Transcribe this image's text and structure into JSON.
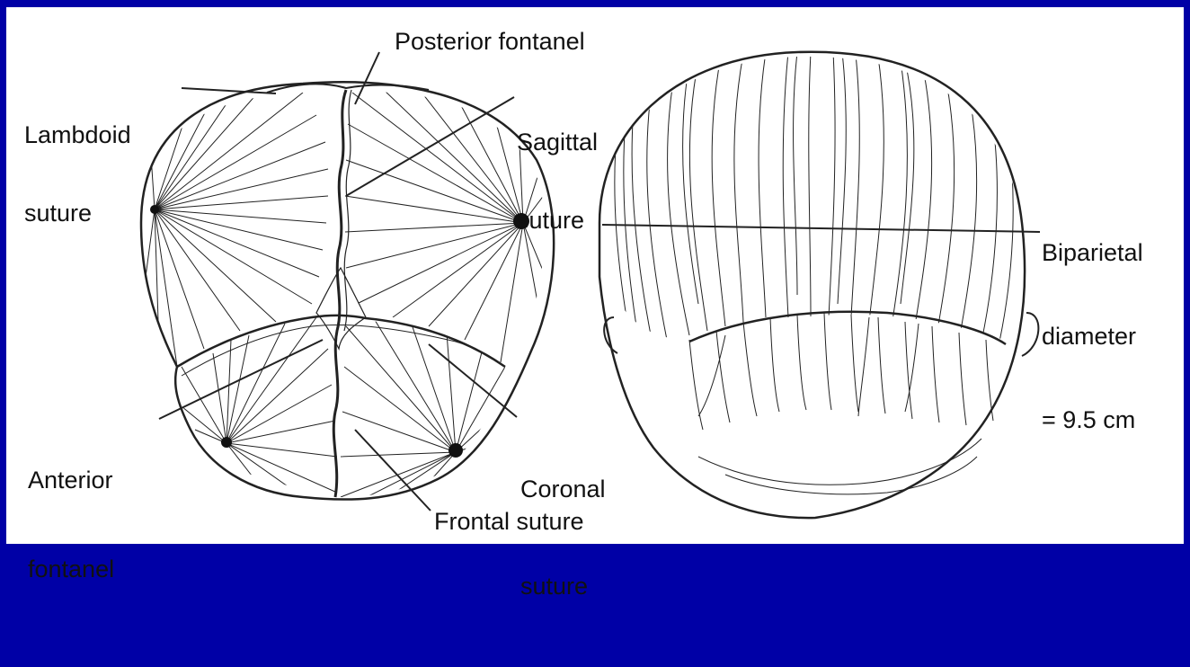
{
  "colors": {
    "frame": "#0000a6",
    "panel": "#ffffff",
    "ink": "#111111"
  },
  "labels": {
    "posterior_fontanel": "Posterior fontanel",
    "lambdoid": [
      "Lambdoid",
      "suture"
    ],
    "sagittal": [
      "Sagittal",
      "suture"
    ],
    "biparietal": [
      "Biparietal",
      "diameter",
      "= 9.5 cm"
    ],
    "anterior": [
      "Anterior",
      "fontanel"
    ],
    "coronal": [
      "Coronal",
      "suture"
    ],
    "frontal": "Frontal suture"
  }
}
